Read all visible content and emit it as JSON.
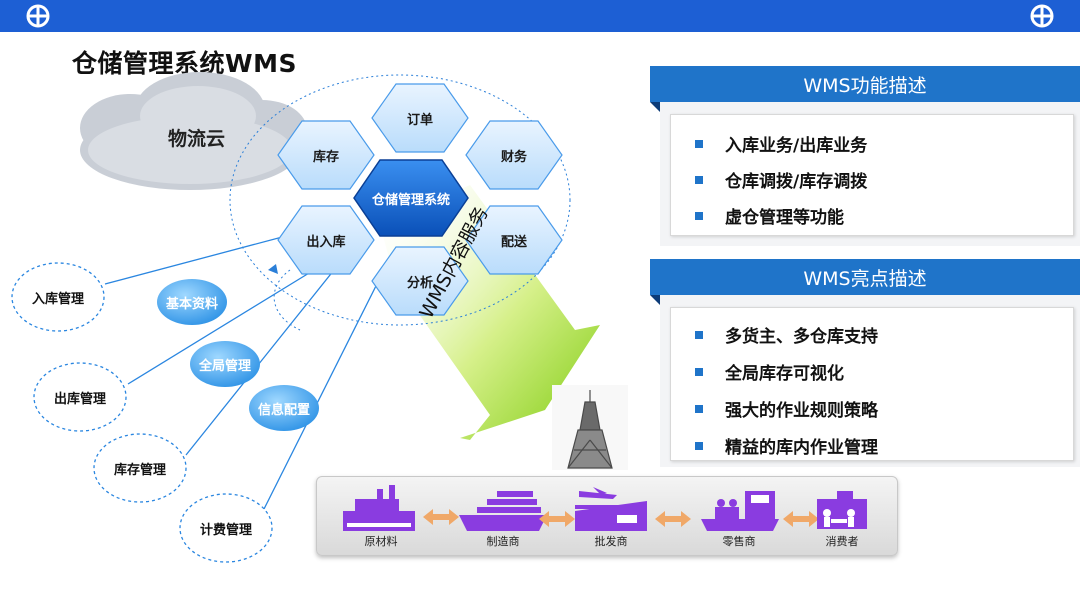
{
  "title": "仓储管理系统WMS",
  "cloud_label": "物流云",
  "hexagons": {
    "order": "订单",
    "inventory": "库存",
    "finance": "财务",
    "center": "仓储管理系统",
    "inout": "出入库",
    "delivery": "配送",
    "analysis": "分析"
  },
  "circles": {
    "inbound": "入库管理",
    "outbound": "出库管理",
    "stock": "库存管理",
    "billing": "计费管理"
  },
  "bubbles": {
    "basic": "基本资料",
    "global": "全局管理",
    "info": "信息配置"
  },
  "arrow_caption": "WMS内容服务",
  "function_panel": {
    "header": "WMS功能描述",
    "items": [
      "入库业务/出库业务",
      "仓库调拨/库存调拨",
      "虚仓管理等功能"
    ]
  },
  "highlight_panel": {
    "header": "WMS亮点描述",
    "items": [
      "多货主、多仓库支持",
      "全局库存可视化",
      "强大的作业规则策略",
      "精益的库内作业管理"
    ]
  },
  "supply_chain": [
    "原材料",
    "制造商",
    "批发商",
    "零售商",
    "消费者"
  ],
  "colors": {
    "topbar": "#1d5fd4",
    "accent": "#1f74c9",
    "purple": "#8a3ce0",
    "arrow_green": "#8fd11f"
  }
}
